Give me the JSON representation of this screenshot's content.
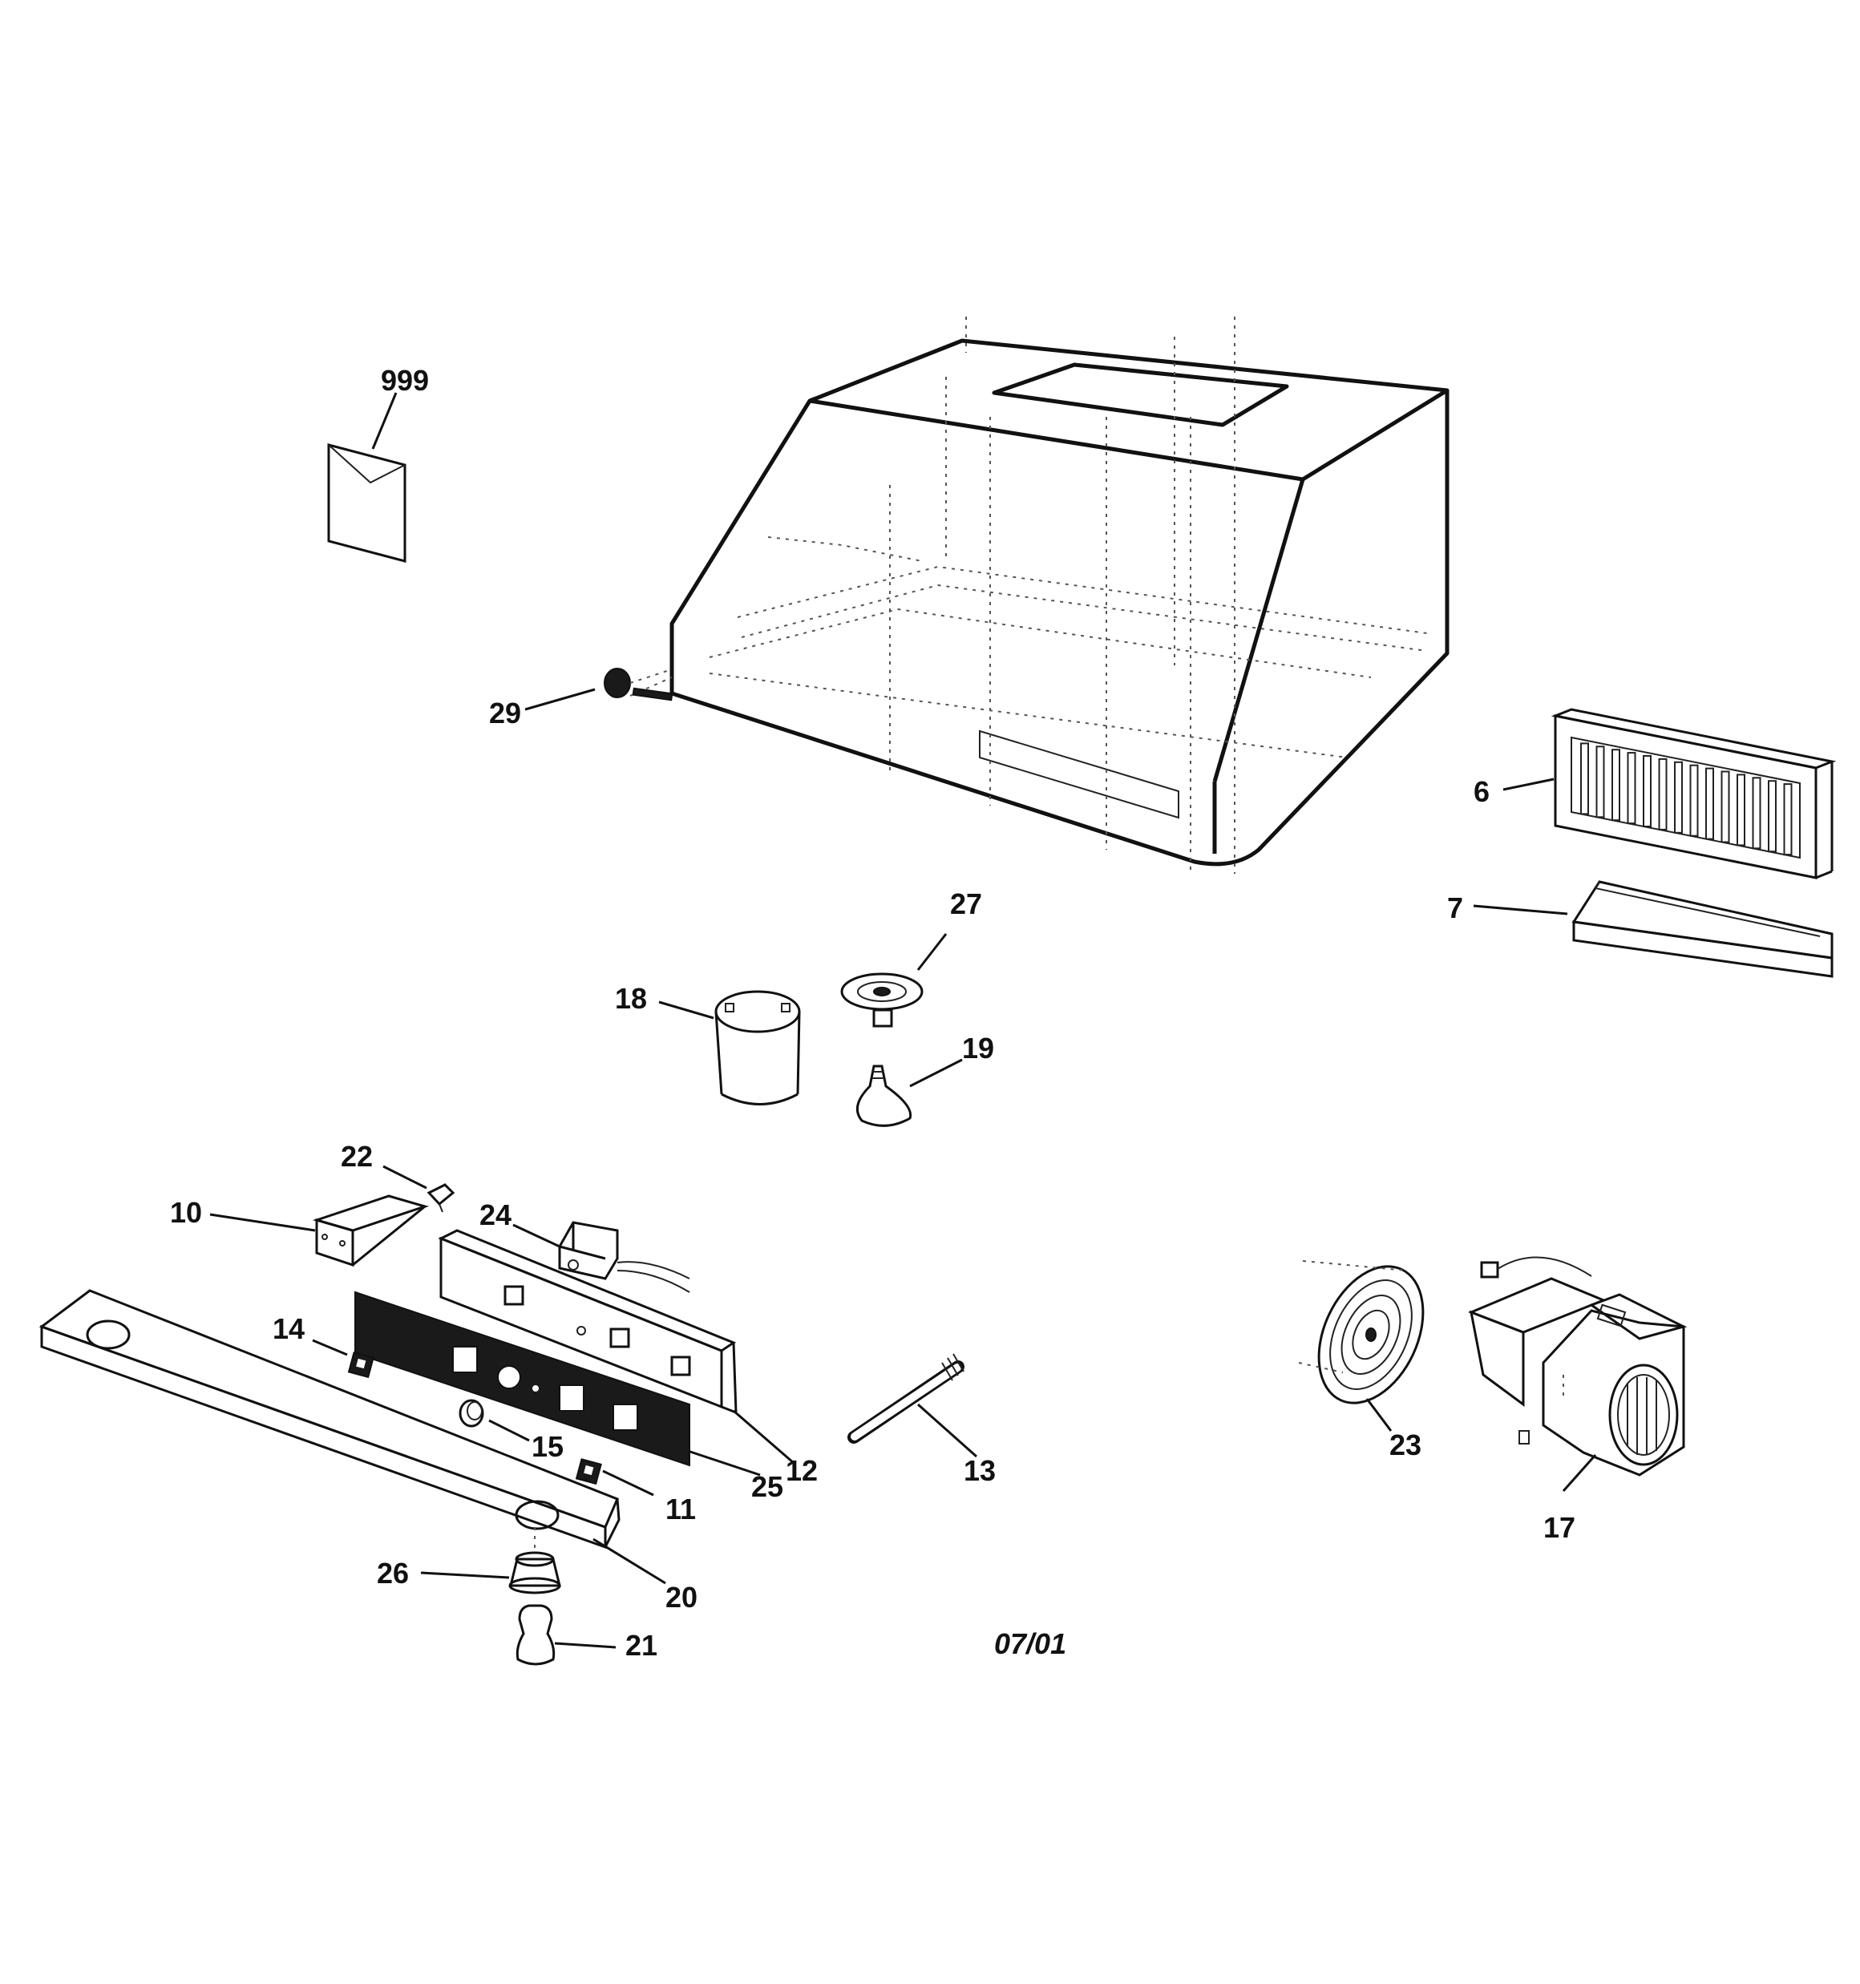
{
  "diagram": {
    "callouts": [
      {
        "id": "999",
        "text": "999"
      },
      {
        "id": "29",
        "text": "29"
      },
      {
        "id": "6",
        "text": "6"
      },
      {
        "id": "7",
        "text": "7"
      },
      {
        "id": "27",
        "text": "27"
      },
      {
        "id": "18",
        "text": "18"
      },
      {
        "id": "19",
        "text": "19"
      },
      {
        "id": "22",
        "text": "22"
      },
      {
        "id": "10",
        "text": "10"
      },
      {
        "id": "24",
        "text": "24"
      },
      {
        "id": "12",
        "text": "12"
      },
      {
        "id": "25",
        "text": "25"
      },
      {
        "id": "14",
        "text": "14"
      },
      {
        "id": "15",
        "text": "15"
      },
      {
        "id": "11",
        "text": "11"
      },
      {
        "id": "13",
        "text": "13"
      },
      {
        "id": "23",
        "text": "23"
      },
      {
        "id": "17",
        "text": "17"
      },
      {
        "id": "26",
        "text": "26"
      },
      {
        "id": "20",
        "text": "20"
      },
      {
        "id": "21",
        "text": "21"
      }
    ],
    "date_code": "07/01"
  }
}
